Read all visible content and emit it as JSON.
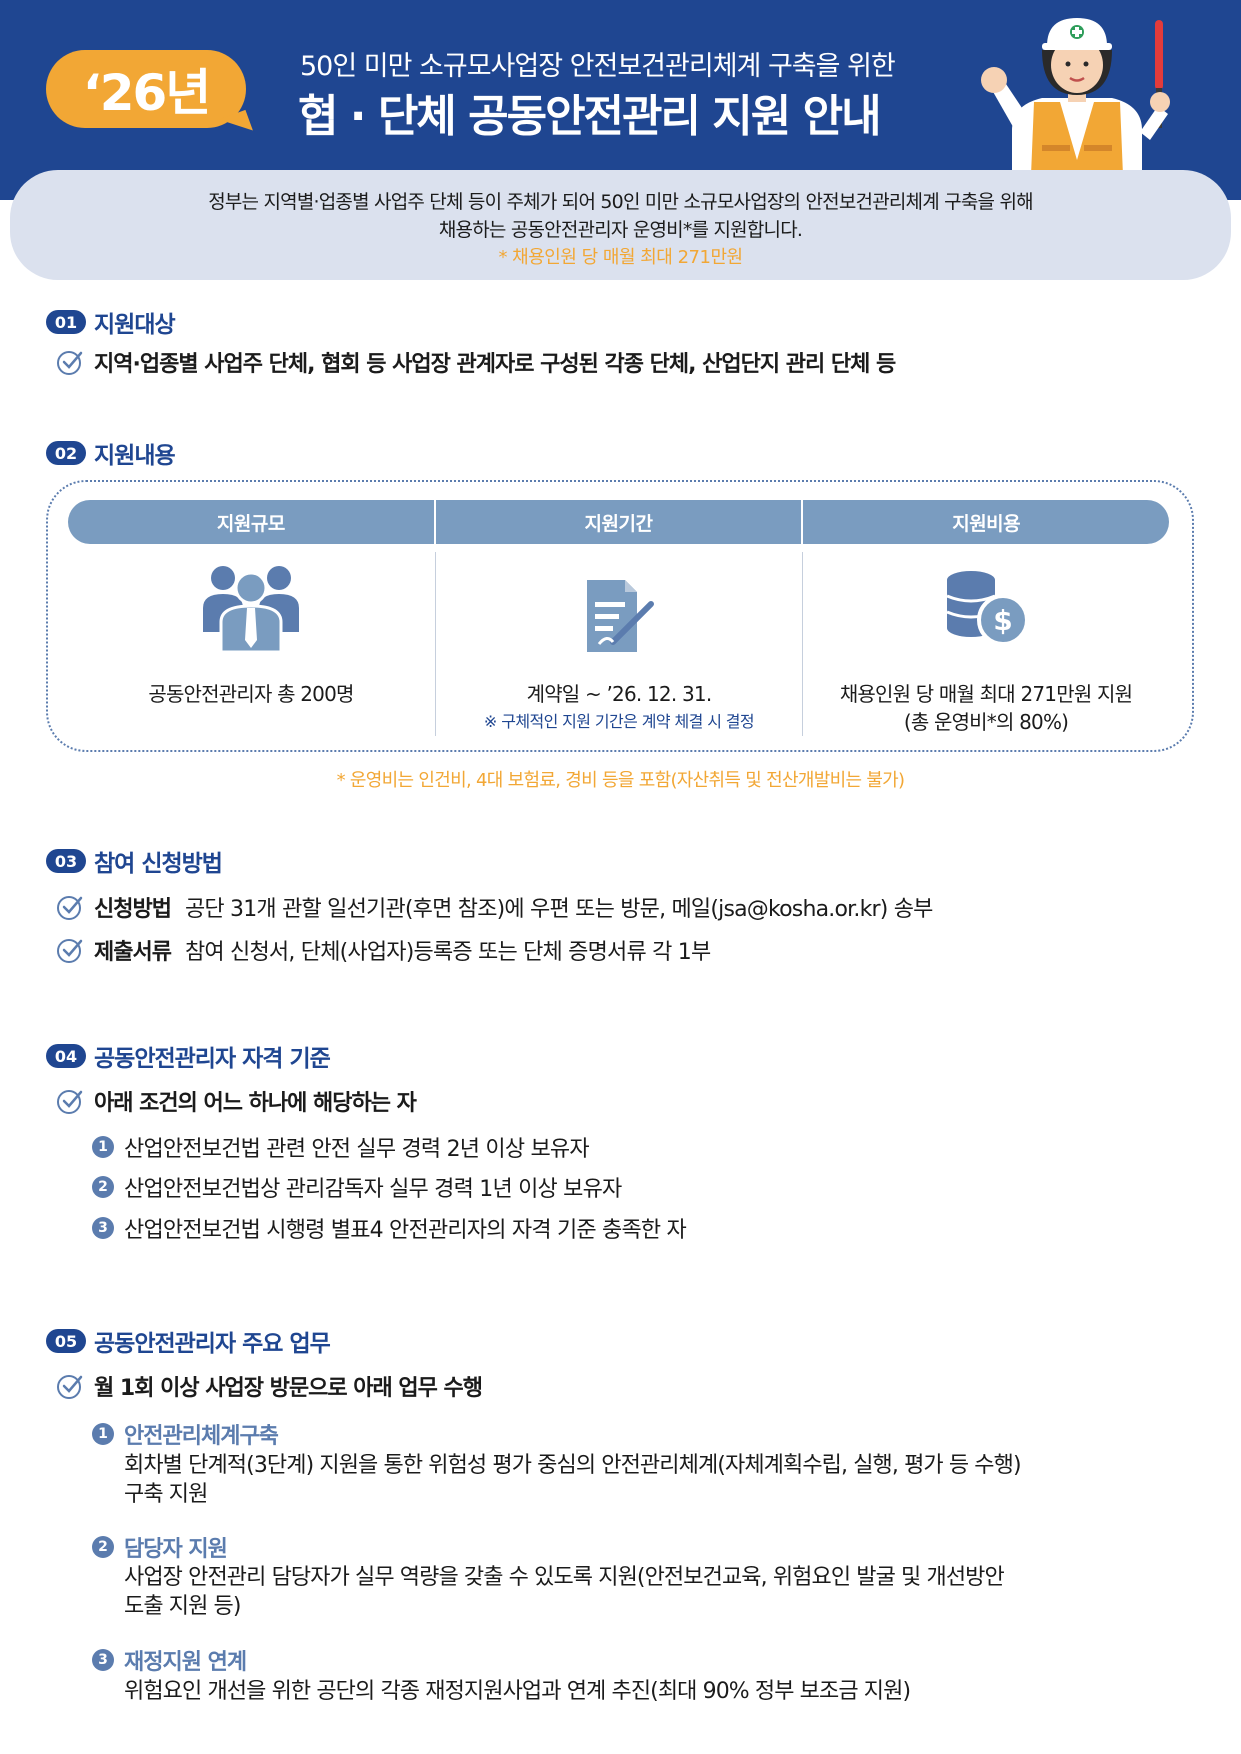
{
  "header": {
    "year": "‘26년",
    "subtitle": "50인 미만 소규모사업장 안전보건관리체계 구축을 위한",
    "title": "협 · 단체 공동안전관리 지원 안내"
  },
  "intro": {
    "line1": "정부는 지역별·업종별 사업주 단체 등이 주체가 되어 50인 미만 소규모사업장의 안전보건관리체계 구축을 위해",
    "line2": "채용하는 공동안전관리자 운영비*를 지원합니다.",
    "note": "* 채용인원 당 매월 최대 271만원"
  },
  "sections": {
    "s1": {
      "num": "01",
      "title": "지원대상",
      "item": "지역·업종별 사업주 단체, 협회 등 사업장 관계자로 구성된 각종 단체, 산업단지 관리 단체 등"
    },
    "s2": {
      "num": "02",
      "title": "지원내용",
      "headers": [
        "지원규모",
        "지원기간",
        "지원비용"
      ],
      "scale": "공동안전관리자 총 200명",
      "period": "계약일 ~ ’26. 12. 31.",
      "period_note": "※ 구체적인 지원 기간은 계약 체결 시 결정",
      "cost_line1": "채용인원 당 매월 최대 271만원 지원",
      "cost_line2": "(총 운영비*의 80%)",
      "footnote": "* 운영비는 인건비, 4대 보험료, 경비 등을 포함(자산취득 및 전산개발비는 불가)"
    },
    "s3": {
      "num": "03",
      "title": "참여 신청방법",
      "method_label": "신청방법",
      "method_text": "공단 31개 관할 일선기관(후면 참조)에 우편 또는 방문, 메일(jsa@kosha.or.kr) 송부",
      "docs_label": "제출서류",
      "docs_text": "참여 신청서, 단체(사업자)등록증 또는 단체 증명서류 각 1부"
    },
    "s4": {
      "num": "04",
      "title": "공동안전관리자 자격 기준",
      "lead": "아래 조건의 어느 하나에 해당하는 자",
      "items": [
        "산업안전보건법 관련 안전 실무 경력 2년 이상 보유자",
        "산업안전보건법상 관리감독자 실무 경력 1년 이상 보유자",
        "산업안전보건법 시행령 별표4 안전관리자의 자격 기준 충족한 자"
      ]
    },
    "s5": {
      "num": "05",
      "title": "공동안전관리자 주요 업무",
      "lead": "월 1회 이상 사업장 방문으로 아래 업무 수행",
      "items": [
        {
          "heading": "안전관리체계구축",
          "line1": "회차별 단계적(3단계) 지원을 통한 위험성 평가 중심의 안전관리체계(자체계획수립, 실행, 평가 등 수행)",
          "line2": "구축 지원"
        },
        {
          "heading": "담당자 지원",
          "line1": "사업장 안전관리 담당자가 실무 역량을 갖출 수 있도록 지원(안전보건교육, 위험요인 발굴 및 개선방안",
          "line2": "도출 지원 등)"
        },
        {
          "heading": "재정지원 연계",
          "line1": "위험요인 개선을 위한 공단의 각종 재정지원사업과 연계 추진(최대 90% 정부 보조금 지원)",
          "line2": ""
        }
      ]
    }
  },
  "numbers": [
    "1",
    "2",
    "3"
  ],
  "colors": {
    "navy": "#1f4691",
    "orange": "#f2a735",
    "steel": "#7a9cc0",
    "slate": "#5b7cae",
    "intro_bg": "#dbe1ee"
  }
}
